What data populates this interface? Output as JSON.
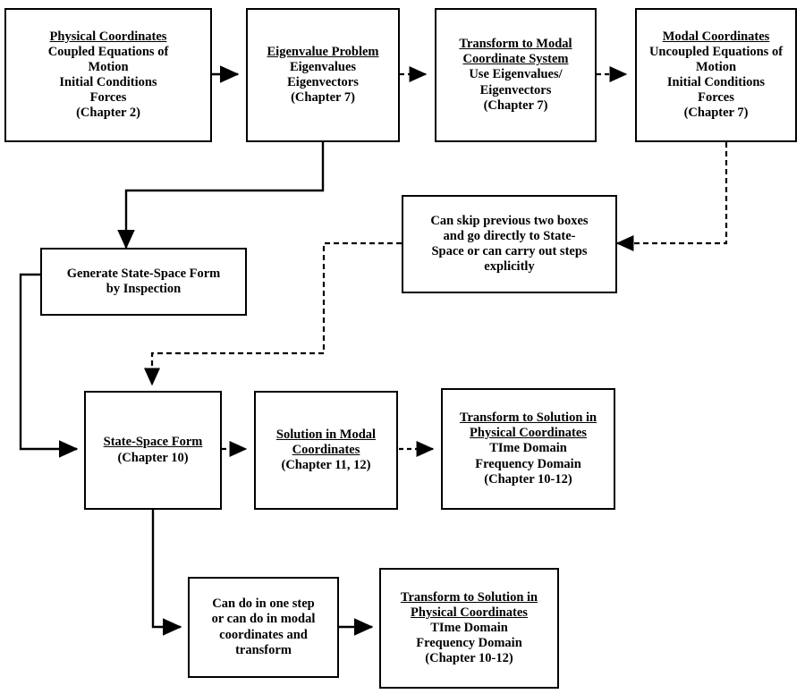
{
  "diagram": {
    "title": "Solution process flow chart: physical coordinates to state-space and modal solutions",
    "line_color": "#000000",
    "box_border_color": "#000000",
    "background_color": "#ffffff"
  },
  "nodes": [
    {
      "id": "physical-coordinates",
      "name": "physical-coordinates-box",
      "lines": [
        {
          "text": "Physical Coordinates",
          "underline": true
        },
        {
          "text": "Coupled Equations of",
          "underline": false
        },
        {
          "text": "Motion",
          "underline": false
        },
        {
          "text": "Initial Conditions",
          "underline": false
        },
        {
          "text": "Forces",
          "underline": false
        },
        {
          "text": "(Chapter 2)",
          "underline": false
        }
      ]
    },
    {
      "id": "eigenvalue-problem",
      "name": "eigenvalue-problem-box",
      "lines": [
        {
          "text": "Eigenvalue Problem",
          "underline": true
        },
        {
          "text": "Eigenvalues",
          "underline": false
        },
        {
          "text": "Eigenvectors",
          "underline": false
        },
        {
          "text": "(Chapter 7)",
          "underline": false
        }
      ]
    },
    {
      "id": "transform-to-modal",
      "name": "transform-to-modal-coordinate-system-box",
      "lines": [
        {
          "text": "Transform to Modal",
          "underline": true
        },
        {
          "text": "Coordinate System",
          "underline": true
        },
        {
          "text": "Use Eigenvalues/",
          "underline": false
        },
        {
          "text": "Eigenvectors",
          "underline": false
        },
        {
          "text": "(Chapter 7)",
          "underline": false
        }
      ]
    },
    {
      "id": "modal-coordinates",
      "name": "modal-coordinates-box",
      "lines": [
        {
          "text": "Modal Coordinates",
          "underline": true
        },
        {
          "text": "Uncoupled Equations of",
          "underline": false
        },
        {
          "text": "Motion",
          "underline": false
        },
        {
          "text": "Initial Conditions",
          "underline": false
        },
        {
          "text": "Forces",
          "underline": false
        },
        {
          "text": "(Chapter 7)",
          "underline": false
        }
      ]
    },
    {
      "id": "can-skip",
      "name": "can-skip-previous-two-boxes-note",
      "lines": [
        {
          "text": "Can skip previous two boxes",
          "underline": false
        },
        {
          "text": "and go directly to State-",
          "underline": false
        },
        {
          "text": "Space or can carry out steps",
          "underline": false
        },
        {
          "text": "explicitly",
          "underline": false
        }
      ]
    },
    {
      "id": "generate-state-space",
      "name": "generate-state-space-form-by-inspection-box",
      "lines": [
        {
          "text": "Generate State-Space Form",
          "underline": false
        },
        {
          "text": "by Inspection",
          "underline": false
        }
      ]
    },
    {
      "id": "state-space-form",
      "name": "state-space-form-box",
      "lines": [
        {
          "text": "State-Space Form",
          "underline": true
        },
        {
          "text": "(Chapter 10)",
          "underline": false
        }
      ]
    },
    {
      "id": "solution-in-modal",
      "name": "solution-in-modal-coordinates-box",
      "lines": [
        {
          "text": "Solution in Modal",
          "underline": true
        },
        {
          "text": "Coordinates",
          "underline": true
        },
        {
          "text": "(Chapter 11, 12)",
          "underline": false
        }
      ]
    },
    {
      "id": "transform-solution-upper",
      "name": "transform-to-solution-in-physical-coordinates-box-upper",
      "lines": [
        {
          "text": "Transform to Solution in",
          "underline": true
        },
        {
          "text": "Physical Coordinates",
          "underline": true
        },
        {
          "text": "TIme Domain",
          "underline": false
        },
        {
          "text": "Frequency Domain",
          "underline": false
        },
        {
          "text": "(Chapter 10-12)",
          "underline": false
        }
      ]
    },
    {
      "id": "can-do-one-step",
      "name": "can-do-in-one-step-note",
      "lines": [
        {
          "text": "Can do in one step",
          "underline": false
        },
        {
          "text": "or can do in modal",
          "underline": false
        },
        {
          "text": "coordinates and",
          "underline": false
        },
        {
          "text": "transform",
          "underline": false
        }
      ]
    },
    {
      "id": "transform-solution-lower",
      "name": "transform-to-solution-in-physical-coordinates-box-lower",
      "lines": [
        {
          "text": "Transform to Solution in",
          "underline": true
        },
        {
          "text": "Physical Coordinates",
          "underline": true
        },
        {
          "text": "TIme Domain",
          "underline": false
        },
        {
          "text": "Frequency Domain",
          "underline": false
        },
        {
          "text": "(Chapter 10-12)",
          "underline": false
        }
      ]
    }
  ],
  "edges": [
    {
      "id": "e1",
      "name": "edge-physical-to-eigenvalue",
      "style": "solid"
    },
    {
      "id": "e2",
      "name": "edge-eigenvalue-to-transform-modal",
      "style": "dashed"
    },
    {
      "id": "e3",
      "name": "edge-transform-modal-to-modal-coordinates",
      "style": "dashed"
    },
    {
      "id": "e4",
      "name": "edge-eigenvalue-to-generate-state-space",
      "style": "solid"
    },
    {
      "id": "e5",
      "name": "edge-modal-coordinates-to-can-skip",
      "style": "dashed"
    },
    {
      "id": "e6",
      "name": "edge-can-skip-to-state-space-form",
      "style": "dashed"
    },
    {
      "id": "e7",
      "name": "edge-generate-to-state-space-form",
      "style": "solid"
    },
    {
      "id": "e8",
      "name": "edge-state-space-to-solution-in-modal",
      "style": "dashed"
    },
    {
      "id": "e9",
      "name": "edge-solution-in-modal-to-transform-upper",
      "style": "dashed"
    },
    {
      "id": "e10",
      "name": "edge-state-space-to-can-do-one-step",
      "style": "solid"
    },
    {
      "id": "e11",
      "name": "edge-can-do-one-step-to-transform-lower",
      "style": "solid"
    }
  ]
}
